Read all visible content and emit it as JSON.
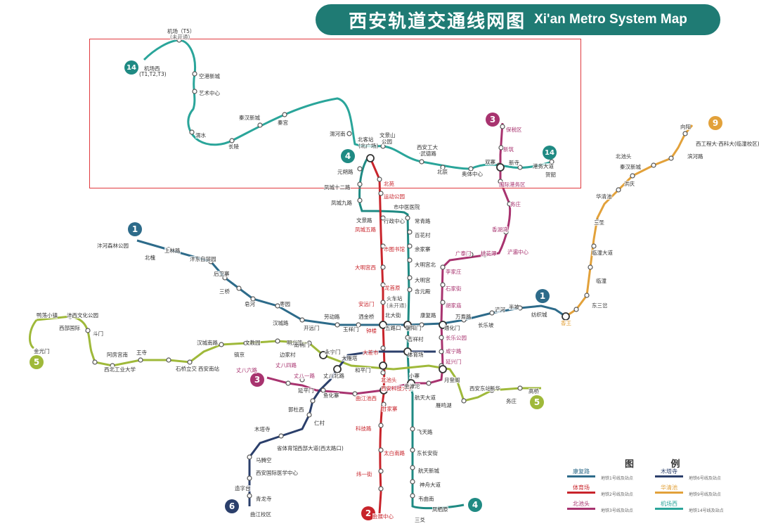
{
  "title": {
    "cn": "西安轨道交通线网图",
    "en": "Xi'an Metro System Map"
  },
  "colors": {
    "line1": "#2d6b8a",
    "line2": "#c8242b",
    "line3": "#a8336f",
    "line4": "#1f8a83",
    "line5": "#9fb93a",
    "line6": "#2b3f6b",
    "line9": "#e2a13a",
    "line14": "#2aa59a",
    "banner": "#1f7b74",
    "highlight": "#e0393e"
  },
  "line_badges": [
    {
      "id": "b14a",
      "num": "14",
      "color": "#1f8a83"
    },
    {
      "id": "b3a",
      "num": "3",
      "color": "#a8336f"
    },
    {
      "id": "b4a",
      "num": "4",
      "color": "#1f8a83"
    },
    {
      "id": "b14b",
      "num": "14",
      "color": "#1f8a83"
    },
    {
      "id": "b9",
      "num": "9",
      "color": "#e2a13a"
    },
    {
      "id": "b1a",
      "num": "1",
      "color": "#2d6b8a"
    },
    {
      "id": "b1b",
      "num": "1",
      "color": "#2d6b8a"
    },
    {
      "id": "b5a",
      "num": "5",
      "color": "#9fb93a"
    },
    {
      "id": "b3b",
      "num": "3",
      "color": "#a8336f"
    },
    {
      "id": "b5b",
      "num": "5",
      "color": "#9fb93a"
    },
    {
      "id": "b6",
      "num": "6",
      "color": "#2b3f6b"
    },
    {
      "id": "b2",
      "num": "2",
      "color": "#c8242b"
    },
    {
      "id": "b4b",
      "num": "4",
      "color": "#1f8a83"
    }
  ],
  "stations": [
    "机场（T5）",
    "(未开通)",
    "机场西",
    "(T1,T2,T3)",
    "空港新城",
    "艺术中心",
    "秦汉新城",
    "秦宫",
    "渭水",
    "长陵",
    "渭河南",
    "北客站",
    "(北广场)",
    "文景山",
    "公园",
    "西安工大",
    "·武德路",
    "双寨",
    "新寺",
    "港务大道",
    "贺韶",
    "北辰",
    "奥体中心",
    "保税区",
    "新筑",
    "国际港务区",
    "元朔路",
    "凤城十二路",
    "凤城九路",
    "北苑",
    "运动公园",
    "行政中心",
    "市中医医院",
    "文景路",
    "凤城五路",
    "常青路",
    "百花村",
    "市图书馆",
    "余家寨",
    "大明宫西",
    "大明宫北",
    "大明宫",
    "龙首原",
    "安远门",
    "火车站",
    "(未开通)",
    "含元殿",
    "北大街",
    "钟楼",
    "五路口",
    "朝阳门",
    "康复路",
    "通化门",
    "万寿路",
    "长乐坡",
    "浐河",
    "半坡",
    "纺织城",
    "香王",
    "广泰门",
    "桃花潭",
    "浐灞中心",
    "香湖湾",
    "务庄",
    "李家庄",
    "石家街",
    "胡家庙",
    "长乐公园",
    "咸宁路",
    "延兴门",
    "洒金桥",
    "劳动路",
    "玉祥门",
    "开远门",
    "汉城路",
    "枣园",
    "皂河",
    "三桥",
    "后卫寨",
    "沣东自贸园",
    "上林路",
    "北槐",
    "沣河森林公园",
    "鸭荡小镇",
    "沣西文化公园",
    "西部国际",
    "斗门",
    "阿房宫南",
    "王寺",
    "石桥立交",
    "汉城南路",
    "西安南站",
    "镐京",
    "文教园",
    "明光路",
    "金光门",
    "西北工业大学",
    "边家村",
    "南稍门",
    "永宁门",
    "大雁塔",
    "和平门",
    "大差市",
    "小寨",
    "体育场",
    "吉祥村",
    "西安科技大学",
    "北池头",
    "曲江池西",
    "金滹沱",
    "航天大道",
    "飞天路",
    "东长安街",
    "航天新城",
    "神舟大道",
    "韦曲南",
    "凤栖原",
    "三爻",
    "会展中心",
    "纬一街",
    "太白南路",
    "科技路",
    "甘家寨",
    "鱼化寨",
    "丈八北路",
    "延平门",
    "丈八六路",
    "丈八四路",
    "丈八一路",
    "木塔寺",
    "省体育馆",
    "西部大道(西太路口)",
    "郭杜西",
    "仁村",
    "西安国际医学中心",
    "造字台",
    "青龙寺",
    "曲江校区",
    "马腾空",
    "月登阁",
    "雁鸣湖",
    "西安东站",
    "新华",
    "务庄",
    "高桥",
    "三圣",
    "华清池",
    "临潼大道",
    "临潼",
    "秦汉新城",
    "西工程大·西科大(临潼校区)",
    "向阳",
    "东三岔",
    "北池头",
    "洪庆",
    "滨河路"
  ],
  "legend": {
    "title": "图    例",
    "rows": [
      {
        "label": "康复路",
        "color": "#2d6b8a",
        "desc": "地铁1号线及站点"
      },
      {
        "label": "木塔寺",
        "color": "#2b3f6b",
        "desc": "地铁6号线及站点"
      },
      {
        "label": "体育场",
        "color": "#c8242b",
        "desc": "地铁2号线及站点"
      },
      {
        "label": "华清池",
        "color": "#e2a13a",
        "desc": "地铁9号线及站点"
      },
      {
        "label": "北池头",
        "color": "#a8336f",
        "desc": "地铁3号线及站点"
      },
      {
        "label": "机场西",
        "color": "#2aa59a",
        "desc": "地铁14号线及站点"
      }
    ]
  }
}
